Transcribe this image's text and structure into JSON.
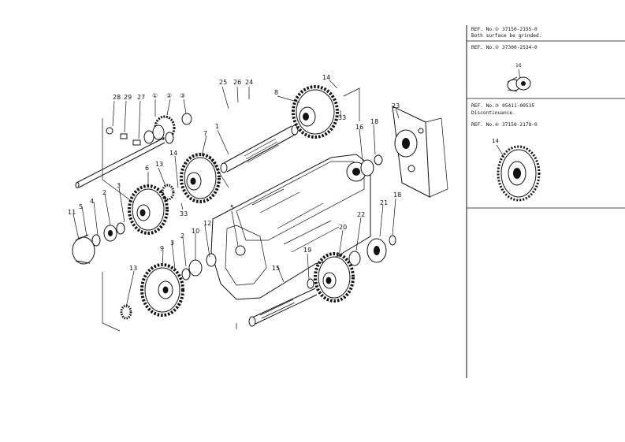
{
  "refs": [
    {
      "line1": "REF. No.① 37150-2155-0",
      "line2": "Both  surface be grinded."
    },
    {
      "line1": "REF. No.② 37300-2534-0"
    },
    {
      "line1": "REF. No.③ 05411-00535",
      "line2": "Discontinuance."
    },
    {
      "line1": "REF. No.④ 37150-2178-0"
    }
  ],
  "inset_callouts": {
    "small_part": "16",
    "gear": "14"
  },
  "part_callouts": [
    "28",
    "29",
    "27",
    "①",
    "②",
    "③",
    "25",
    "26",
    "24",
    "8",
    "14",
    "33",
    "1",
    "7",
    "6",
    "13",
    "14",
    "33",
    "3",
    "2",
    "4",
    "5",
    "11",
    "23",
    "16",
    "18",
    "5",
    "12",
    "10",
    "2",
    "3",
    "9",
    "13",
    "15",
    "19",
    "20",
    "22",
    "21",
    "18"
  ]
}
